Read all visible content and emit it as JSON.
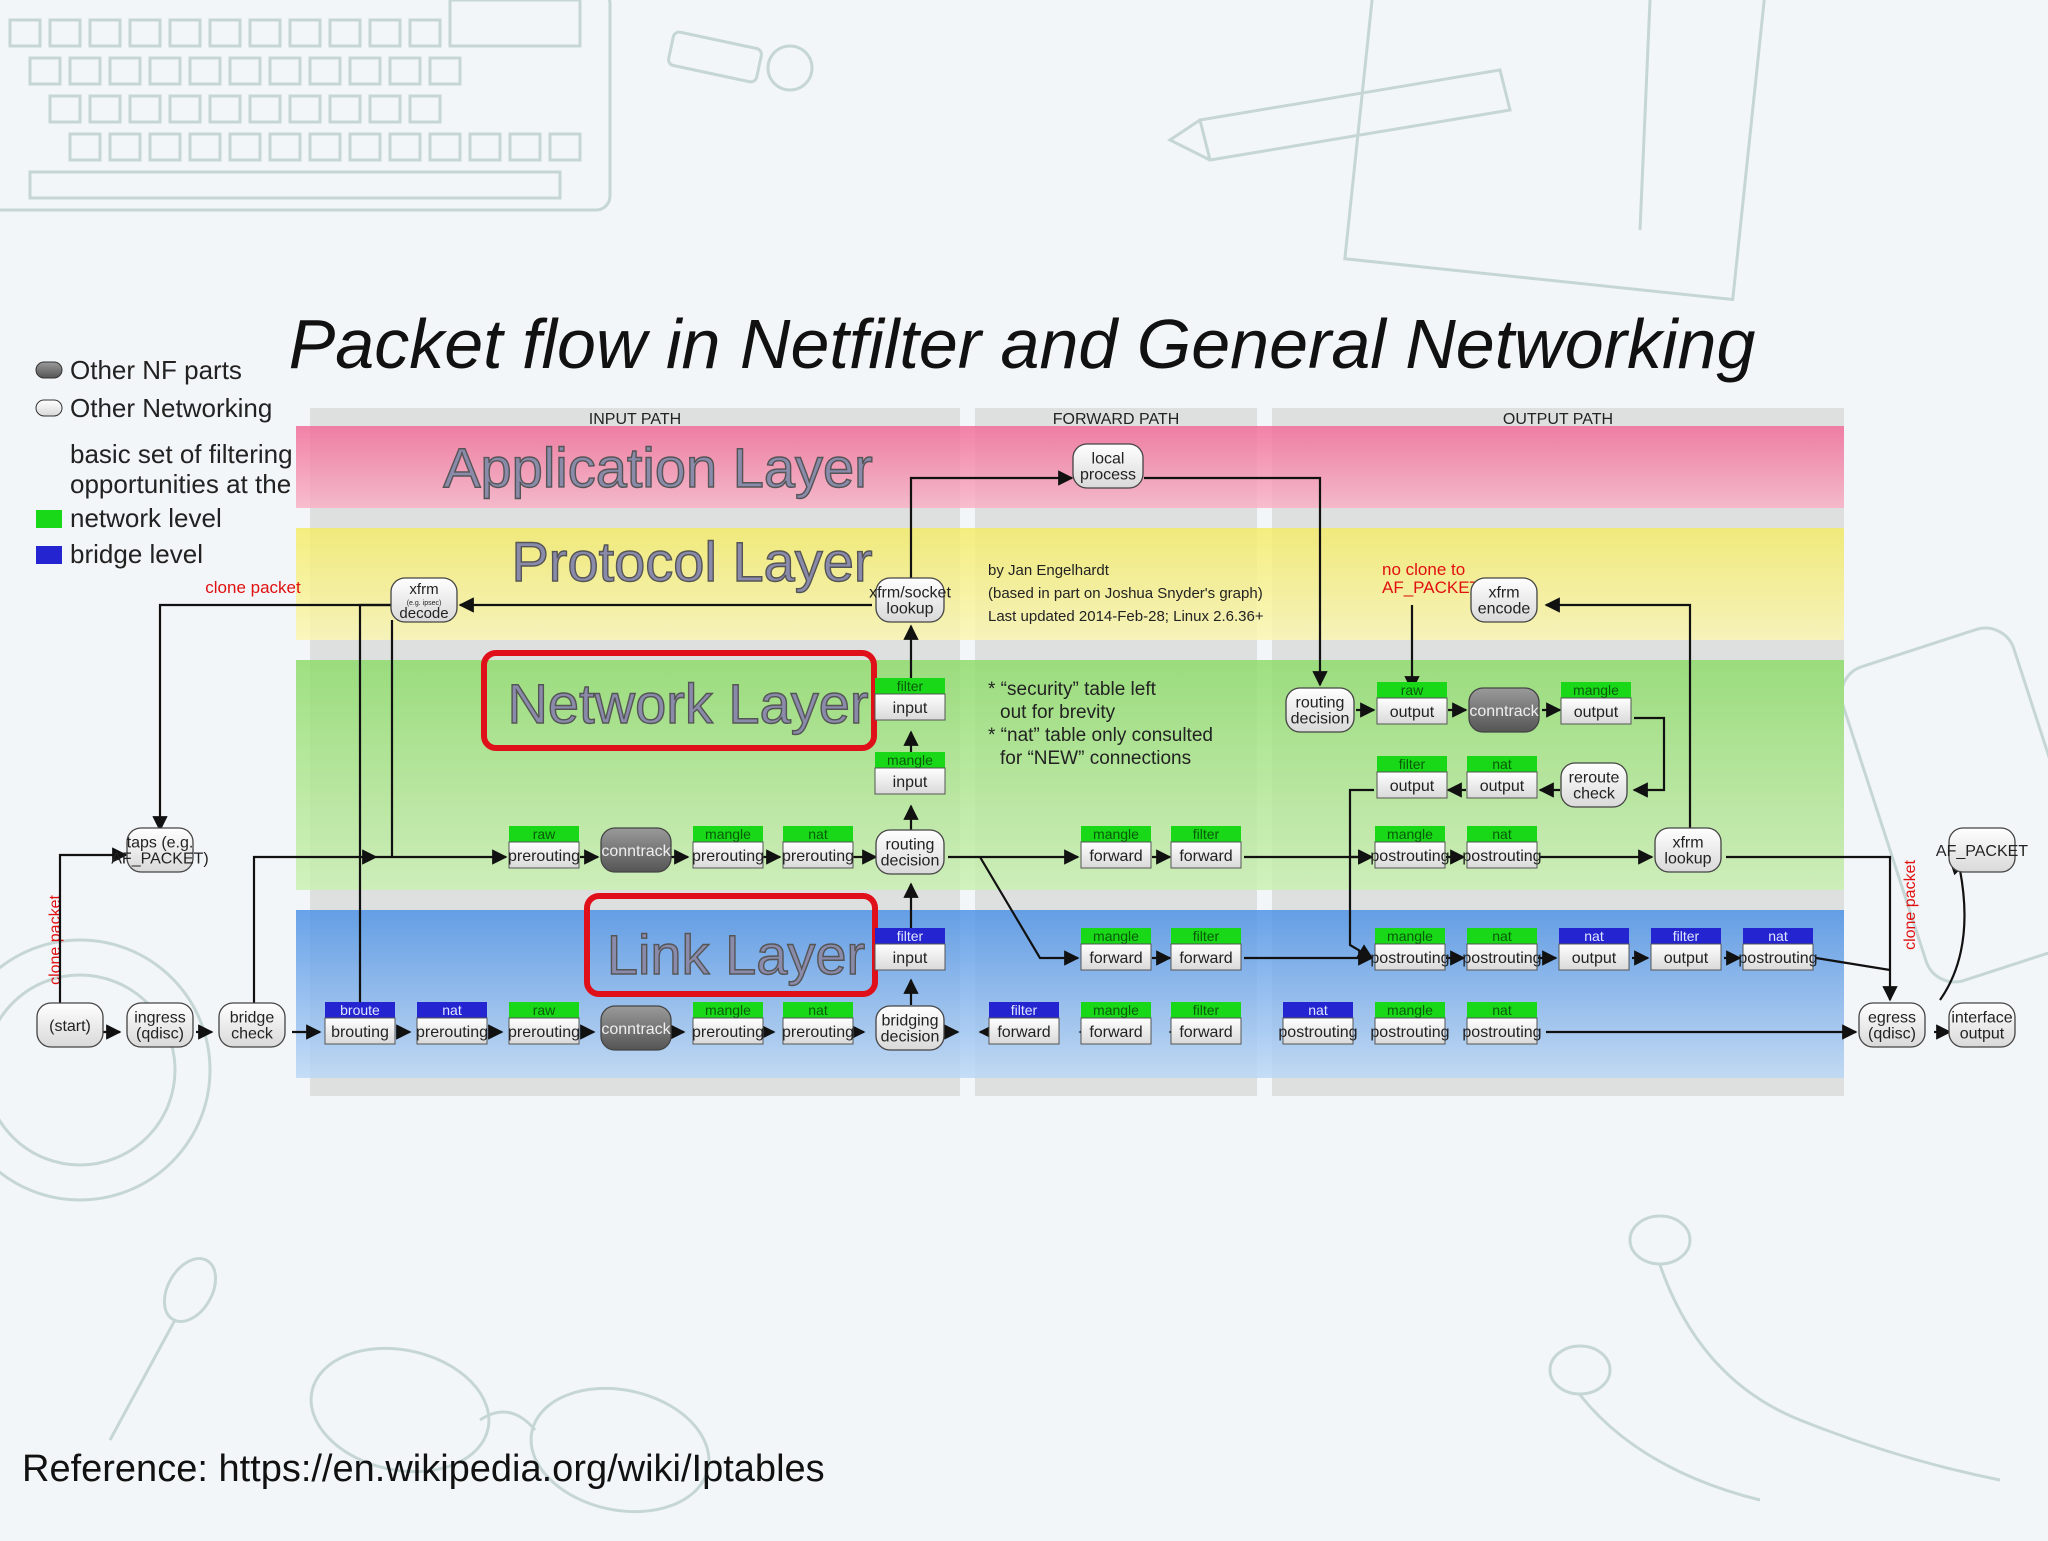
{
  "title": "Packet flow in Netfilter and General Networking",
  "reference": "Reference: https://en.wikipedia.org/wiki/Iptables",
  "legend": {
    "items": [
      {
        "label": "Other NF parts",
        "kind": "nf"
      },
      {
        "label": "Other Networking",
        "kind": "net"
      }
    ],
    "caption": [
      "basic set of filtering",
      "opportunities at the"
    ],
    "levels": [
      {
        "label": "network level",
        "kind": "green"
      },
      {
        "label": "bridge level",
        "kind": "blue"
      }
    ]
  },
  "paths": {
    "input": "INPUT PATH",
    "forward": "FORWARD PATH",
    "output": "OUTPUT PATH"
  },
  "layers": {
    "application": "Application Layer",
    "protocol": "Protocol Layer",
    "network": "Network Layer",
    "link": "Link Layer"
  },
  "author": [
    "by Jan Engelhardt",
    "(based in part on Joshua Snyder's graph)",
    "Last updated 2014-Feb-28; Linux 2.6.36+"
  ],
  "notes": [
    "* “security” table left",
    "out for brevity",
    "* “nat” table only consulted",
    "for “NEW” connections"
  ],
  "annotations": {
    "clone_packet": "clone packet",
    "no_clone": [
      "no clone to",
      "AF_PACKET"
    ]
  },
  "colors": {
    "application": "#f47fa4",
    "protocol": "#f6f08a",
    "network": "#9ee07e",
    "link": "#5c9fe8",
    "green_tag": "#18d818",
    "blue_tag": "#2424d0",
    "highlight": "#e0101a",
    "annotation": "#e01010"
  },
  "nodes": {
    "local_process": [
      "local",
      "process"
    ],
    "xfrm_decode": [
      "xfrm",
      "(e.g. ipsec)",
      "decode"
    ],
    "xfrm_socket": [
      "xfrm/socket",
      "lookup"
    ],
    "xfrm_encode": [
      "xfrm",
      "encode"
    ],
    "taps": [
      "taps (e.g.",
      "AF_PACKET)"
    ],
    "start": "(start)",
    "ingress": [
      "ingress",
      "(qdisc)"
    ],
    "bridge_check": [
      "bridge",
      "check"
    ],
    "routing_decision_in": [
      "routing",
      "decision"
    ],
    "routing_decision_out": [
      "routing",
      "decision"
    ],
    "bridging_decision": [
      "bridging",
      "decision"
    ],
    "reroute_check": [
      "reroute",
      "check"
    ],
    "xfrm_lookup": [
      "xfrm",
      "lookup"
    ],
    "af_packet": "AF_PACKET",
    "egress": [
      "egress",
      "(qdisc)"
    ],
    "interface_output": [
      "interface",
      "output"
    ],
    "conntrack": "conntrack"
  },
  "chains": {
    "net_filter_input": [
      "filter",
      "input"
    ],
    "net_mangle_input": [
      "mangle",
      "input"
    ],
    "net_raw_prerouting": [
      "raw",
      "prerouting"
    ],
    "net_mangle_prerouting": [
      "mangle",
      "prerouting"
    ],
    "net_nat_prerouting": [
      "nat",
      "prerouting"
    ],
    "net_mangle_forward": [
      "mangle",
      "forward"
    ],
    "net_filter_forward": [
      "filter",
      "forward"
    ],
    "out_raw_output": [
      "raw",
      "output"
    ],
    "out_mangle_output": [
      "mangle",
      "output"
    ],
    "out_filter_output": [
      "filter",
      "output"
    ],
    "out_nat_output": [
      "nat",
      "output"
    ],
    "net_mangle_postrouting": [
      "mangle",
      "postrouting"
    ],
    "net_nat_postrouting": [
      "nat",
      "postrouting"
    ],
    "link_filter_input": [
      "filter",
      "input"
    ],
    "link_mangle_forward": [
      "mangle",
      "forward"
    ],
    "link_filter_forward": [
      "filter",
      "forward"
    ],
    "link_mangle_postrouting": [
      "mangle",
      "postrouting"
    ],
    "link_nat_postrouting": [
      "nat",
      "postrouting"
    ],
    "link_nat_output": [
      "nat",
      "output"
    ],
    "link_filter_output": [
      "filter",
      "output"
    ],
    "link_nat_postrouting2": [
      "nat",
      "postrouting"
    ],
    "br_broute_brouting": [
      "broute",
      "brouting"
    ],
    "br_nat_prerouting": [
      "nat",
      "prerouting"
    ],
    "br_raw_prerouting": [
      "raw",
      "prerouting"
    ],
    "br_mangle_prerouting": [
      "mangle",
      "prerouting"
    ],
    "br_nat_prerouting2": [
      "nat",
      "prerouting"
    ],
    "br_filter_forward": [
      "filter",
      "forward"
    ],
    "br_mangle_forward": [
      "mangle",
      "forward"
    ],
    "br_filter_forward2": [
      "filter",
      "forward"
    ],
    "br_nat_postrouting": [
      "nat",
      "postrouting"
    ],
    "br_mangle_postrouting": [
      "mangle",
      "postrouting"
    ],
    "br_nat_postrouting2": [
      "nat",
      "postrouting"
    ]
  }
}
